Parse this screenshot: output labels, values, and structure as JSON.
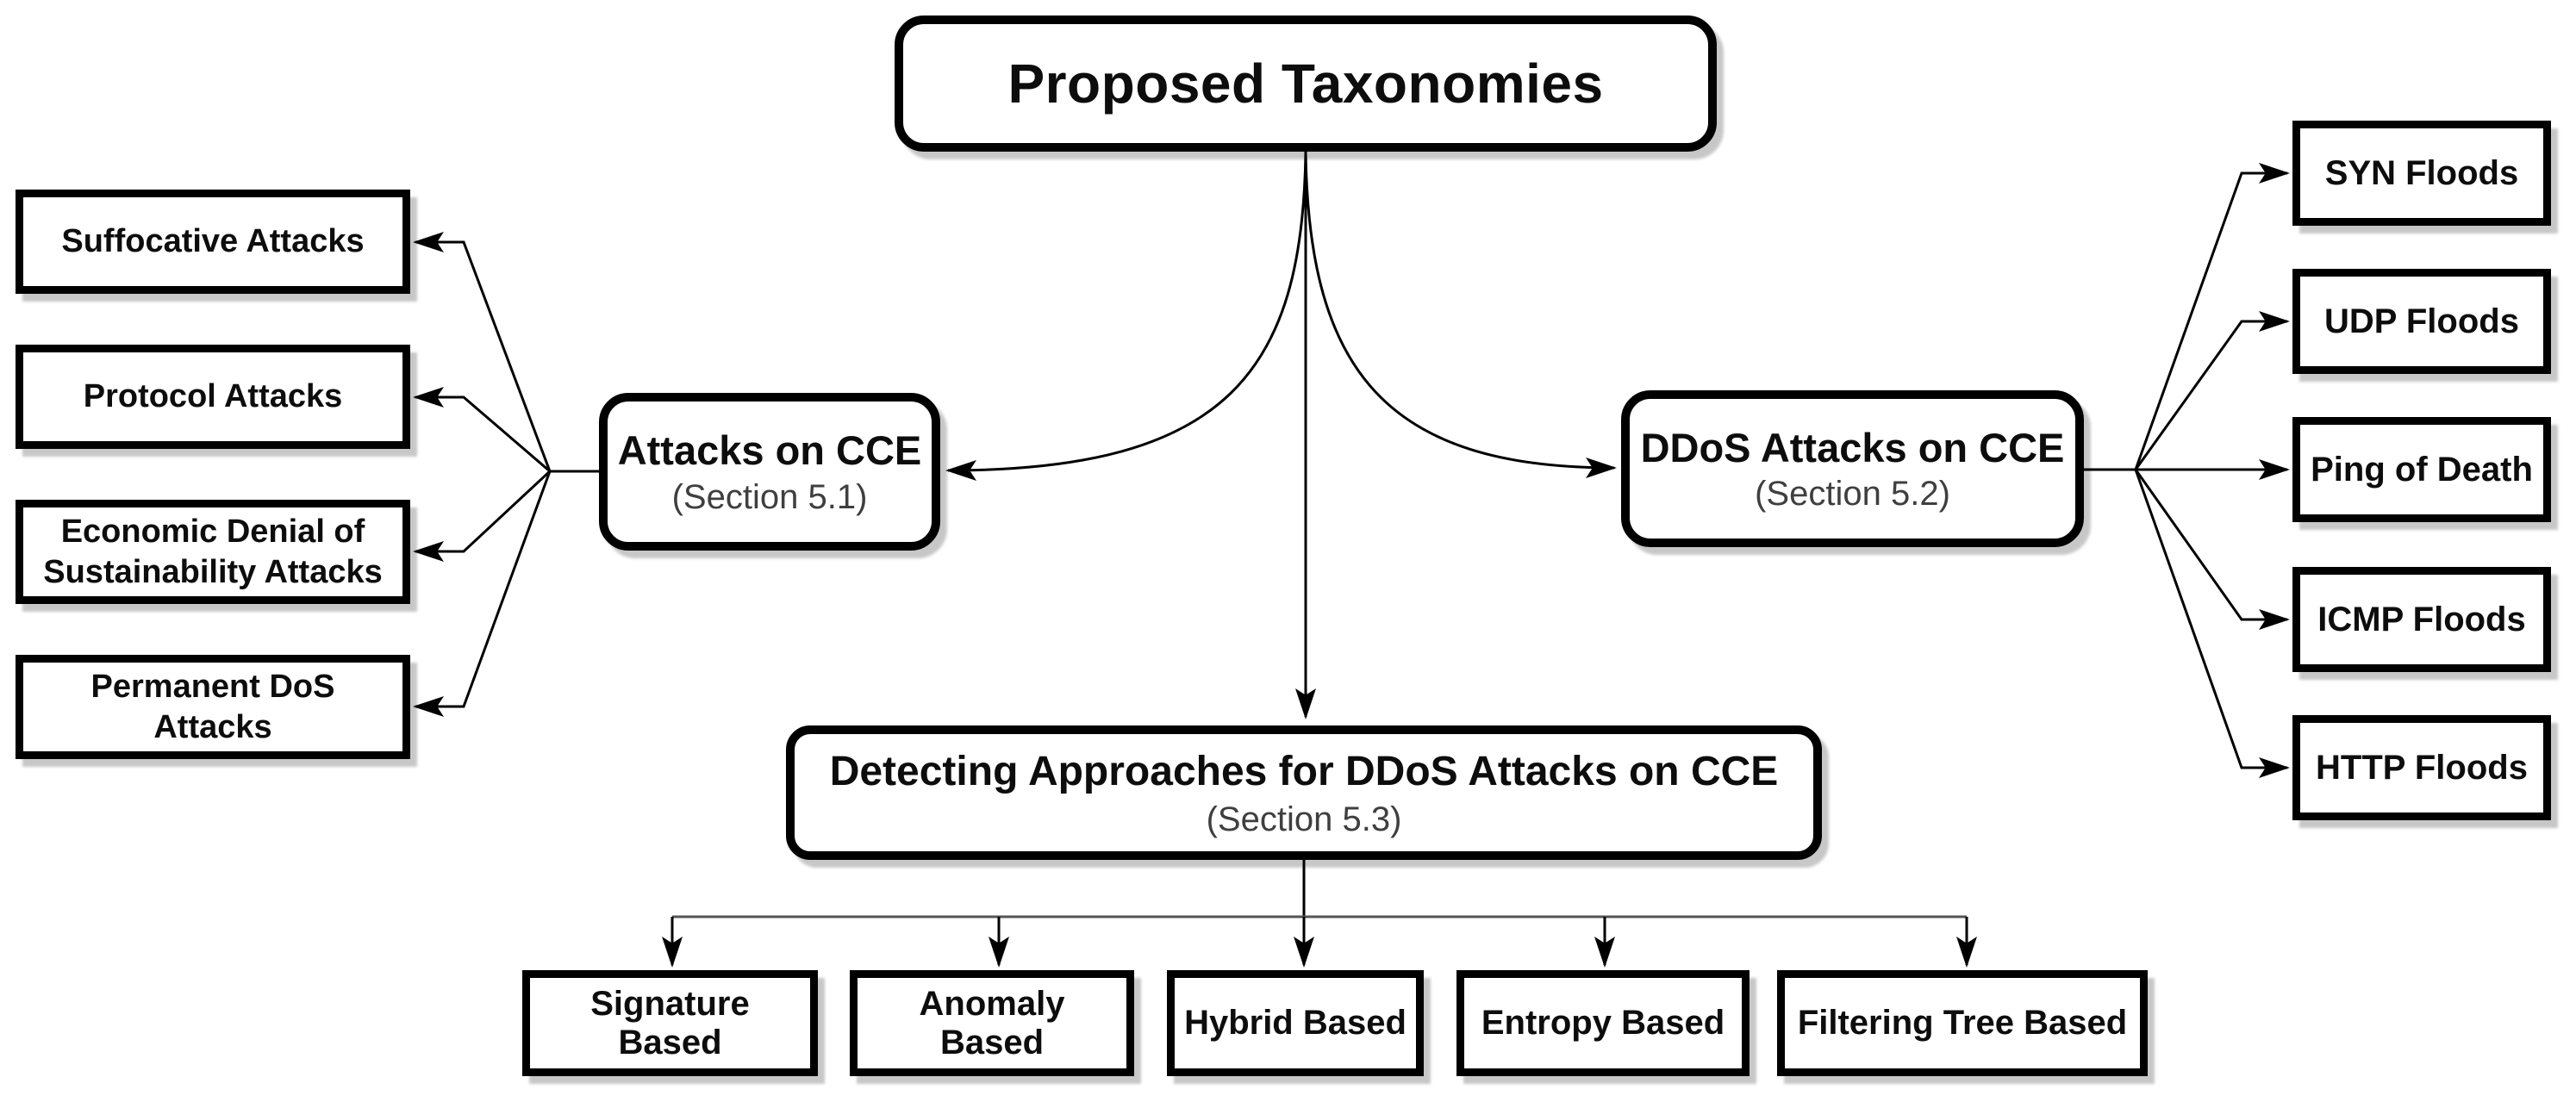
{
  "diagram": {
    "title": "Proposed Taxonomies",
    "sections": {
      "attacks": {
        "title": "Attacks on CCE",
        "subtitle": "(Section 5.1)"
      },
      "ddos": {
        "title": "DDoS Attacks on CCE",
        "subtitle": "(Section 5.2)"
      },
      "detecting": {
        "title": "Detecting Approaches for DDoS Attacks on CCE",
        "subtitle": "(Section 5.3)"
      }
    },
    "attack_types": [
      "Suffocative Attacks",
      "Protocol Attacks",
      "Economic Denial of Sustainability Attacks",
      "Permanent DoS Attacks"
    ],
    "ddos_types": [
      "SYN Floods",
      "UDP Floods",
      "Ping of Death",
      "ICMP Floods",
      "HTTP Floods"
    ],
    "detection_methods": [
      "Signature Based",
      "Anomaly Based",
      "Hybrid Based",
      "Entropy Based",
      "Filtering Tree Based"
    ],
    "colors": {
      "box_border": "#000000",
      "box_fill": "#ffffff",
      "connector": "#000000",
      "distributor_line": "#555555",
      "subtitle_text": "#3f3f3f",
      "background": "#ffffff"
    }
  }
}
